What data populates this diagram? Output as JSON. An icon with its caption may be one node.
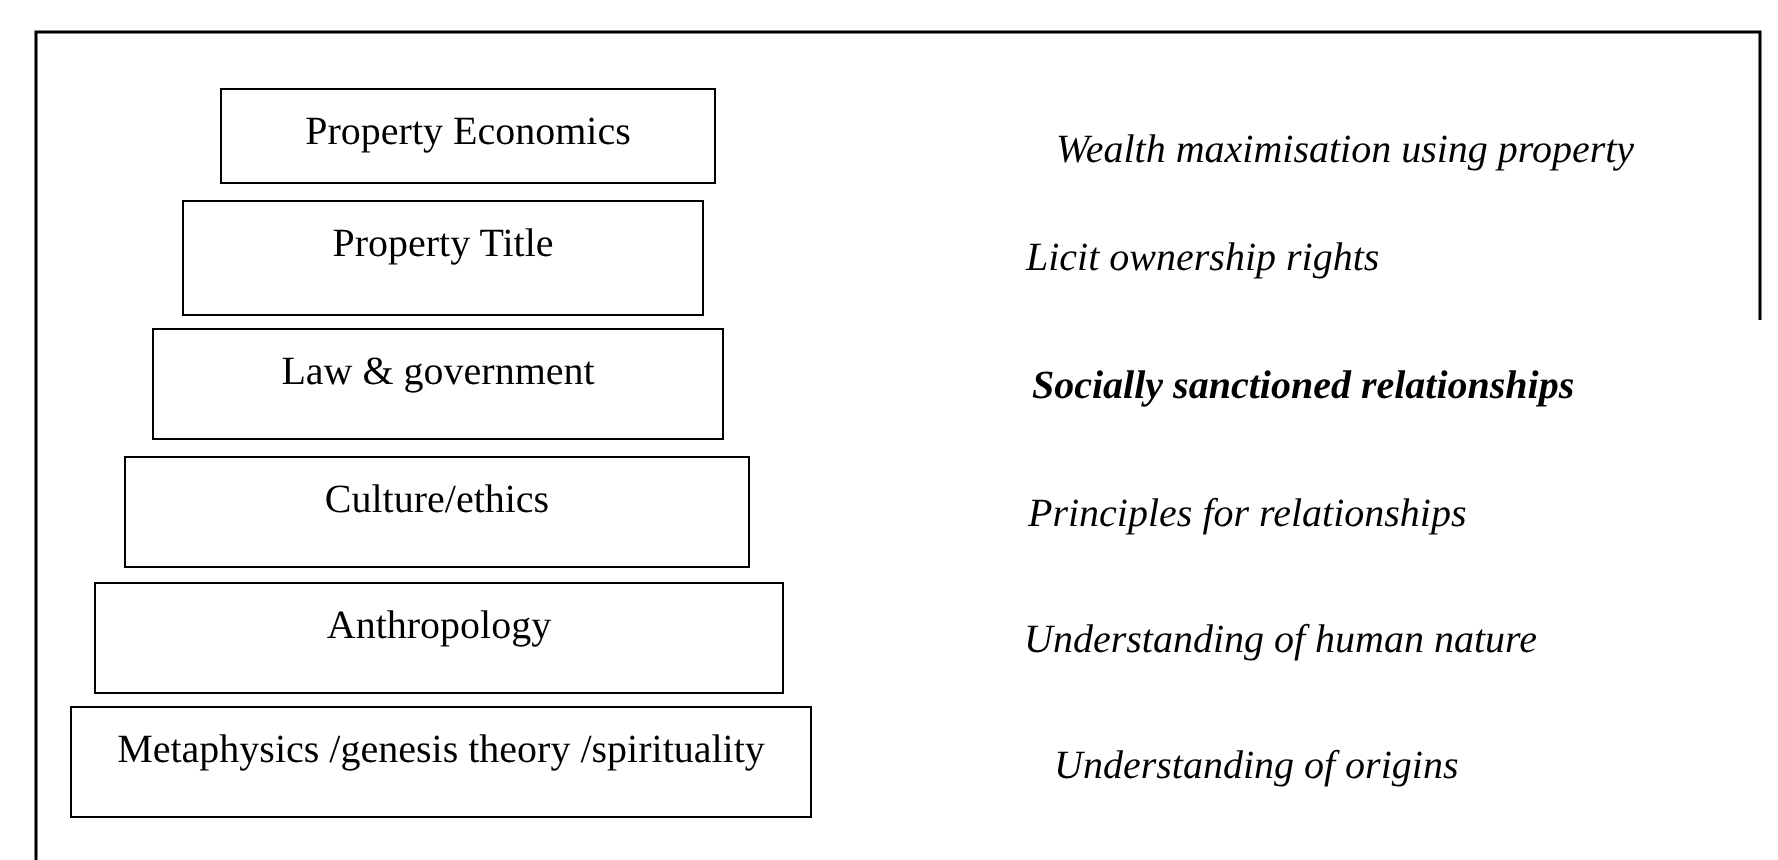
{
  "diagram": {
    "nodes": [
      {
        "text": [
          "Property Economics"
        ]
      },
      {
        "text": [
          "Property Title"
        ]
      },
      {
        "text": [
          "Law & government"
        ]
      },
      {
        "text": [
          "Culture/ethics"
        ]
      },
      {
        "text": [
          "Anthropology"
        ]
      },
      {
        "text": [
          "Metaphysics /genesis theory /spirituality"
        ]
      }
    ],
    "labels": [
      "Wealth maximisation using property",
      "Licit ownership rights",
      "Socially sanctioned relationships",
      "Principles for relationships",
      "Understanding of human nature",
      "Understanding of origins"
    ]
  }
}
